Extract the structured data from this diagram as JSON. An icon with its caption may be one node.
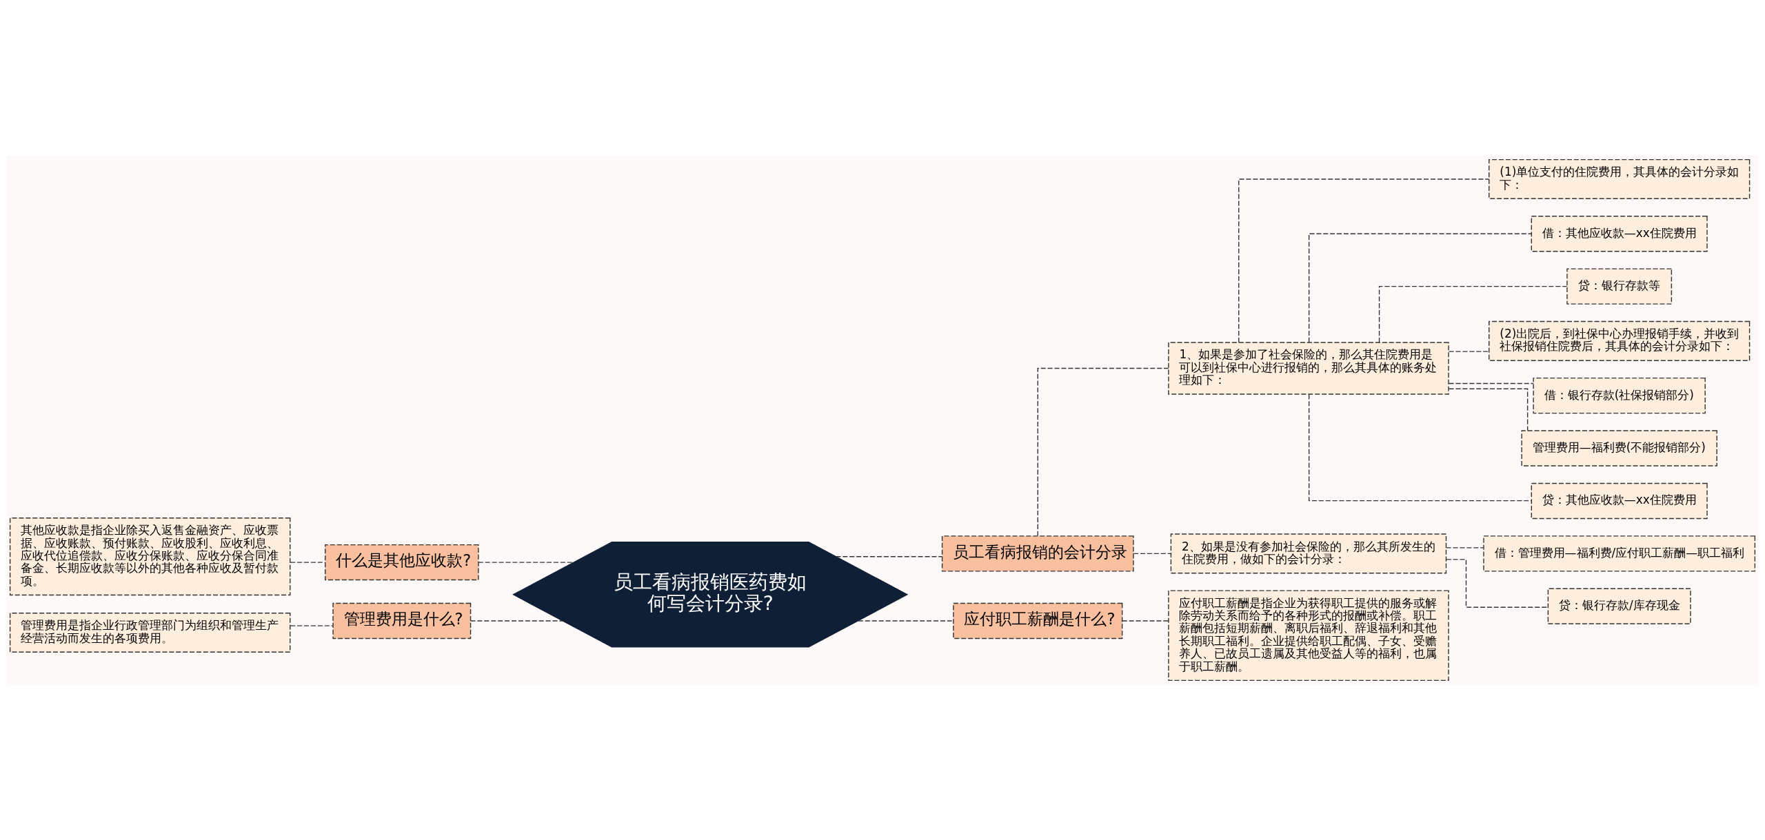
{
  "diagram": {
    "nodes": [
      {
        "text": [
          "员工看病报销医药费如何写会计分录?"
        ]
      },
      {
        "text": [
          "什么是其他应收款?"
        ]
      },
      {
        "text": [
          "其他应收款是指企业除买入返售金融资产、应收票据、应收账款、预付账款、应收股利、应收利息、应收代位追偿款、应收分保账款、应收分保合同准备金、长期应收款等以外的其他各种应收及暂付款项。"
        ]
      },
      {
        "text": [
          "管理费用是什么?"
        ]
      },
      {
        "text": [
          "管理费用是指企业行政管理部门为组织和管理生产经营活动而发生的各项费用。"
        ]
      },
      {
        "text": [
          "员工看病报销的会计分录"
        ]
      },
      {
        "text": [
          "1、如果是参加了社会保险的，那么其住院费用是可以到社保中心进行报销的，那么其具体的账务处理如下："
        ]
      },
      {
        "text": [
          "(1)单位支付的住院费用，其具体的会计分录如下："
        ]
      },
      {
        "text": [
          "借：其他应收款—xx住院费用"
        ]
      },
      {
        "text": [
          "贷：银行存款等"
        ]
      },
      {
        "text": [
          "(2)出院后，到社保中心办理报销手续，并收到社保报销住院费后，其具体的会计分录如下："
        ]
      },
      {
        "text": [
          "借：银行存款(社保报销部分)"
        ]
      },
      {
        "text": [
          "管理费用—福利费(不能报销部分)"
        ]
      },
      {
        "text": [
          "贷：其他应收款—xx住院费用"
        ]
      },
      {
        "text": [
          "2、如果是没有参加社会保险的，那么其所发生的住院费用，做如下的会计分录："
        ]
      },
      {
        "text": [
          "借：管理费用—福利费/应付职工薪酬—职工福利"
        ]
      },
      {
        "text": [
          "贷：银行存款/库存现金"
        ]
      },
      {
        "text": [
          "应付职工薪酬是什么?"
        ]
      },
      {
        "text": [
          "应付职工薪酬是指企业为获得职工提供的服务或解除劳动关系而给予的各种形式的报酬或补偿。职工薪酬包括短期薪酬、离职后福利、辞退福利和其他长期职工福利。企业提供给职工配偶、子女、受赡养人、已故员工遗属及其他受益人等的福利，也属于职工薪酬。"
        ]
      }
    ],
    "edges": [
      {
        "from": 2,
        "to": 1,
        "arrow": "none",
        "style": "dashed"
      },
      {
        "from": 1,
        "to": 0,
        "arrow": "none",
        "style": "dashed"
      },
      {
        "from": 4,
        "to": 3,
        "arrow": "none",
        "style": "dashed"
      },
      {
        "from": 3,
        "to": 0,
        "arrow": "none",
        "style": "dashed"
      },
      {
        "from": 0,
        "to": 5,
        "arrow": "none",
        "style": "dashed"
      },
      {
        "from": 5,
        "to": 6,
        "arrow": "none",
        "style": "dashed"
      },
      {
        "from": 6,
        "to": 7,
        "arrow": "none",
        "style": "dashed"
      },
      {
        "from": 6,
        "to": 8,
        "arrow": "none",
        "style": "dashed"
      },
      {
        "from": 6,
        "to": 9,
        "arrow": "none",
        "style": "dashed"
      },
      {
        "from": 6,
        "to": 10,
        "arrow": "none",
        "style": "dashed"
      },
      {
        "from": 6,
        "to": 11,
        "arrow": "none",
        "style": "dashed"
      },
      {
        "from": 6,
        "to": 12,
        "arrow": "none",
        "style": "dashed"
      },
      {
        "from": 6,
        "to": 13,
        "arrow": "none",
        "style": "dashed"
      },
      {
        "from": 5,
        "to": 14,
        "arrow": "none",
        "style": "dashed"
      },
      {
        "from": 14,
        "to": 15,
        "arrow": "none",
        "style": "dashed"
      },
      {
        "from": 14,
        "to": 16,
        "arrow": "none",
        "style": "dashed"
      },
      {
        "from": 0,
        "to": 17,
        "arrow": "none",
        "style": "dashed"
      },
      {
        "from": 17,
        "to": 18,
        "arrow": "none",
        "style": "dashed"
      }
    ]
  }
}
